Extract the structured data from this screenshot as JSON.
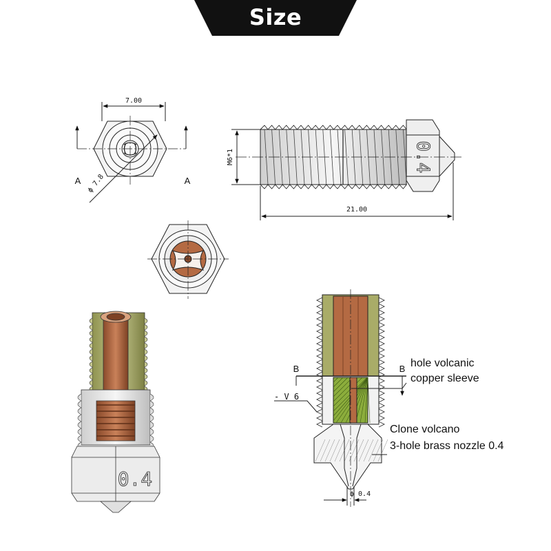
{
  "banner": {
    "title": "Size"
  },
  "dimensions": {
    "hex_width": "7.00",
    "bore_diameter": "ϕ 7.8",
    "section_a_left": "A",
    "section_a_right": "A",
    "thread": "M6*1",
    "length": "21.00",
    "orifice": "ϕ 0.4",
    "section_b_left": "B",
    "section_b_right": "B",
    "surface_mark": "- V 6"
  },
  "markings": {
    "nozzle_size": "0.4"
  },
  "callouts": {
    "sleeve_line1": "hole volcanic",
    "sleeve_line2": "copper sleeve",
    "nozzle_line1": "Clone volcano",
    "nozzle_line2": "3-hole brass nozzle 0.4"
  },
  "colors": {
    "banner": "#111111",
    "copper": "#b46a43",
    "brass": "#a9ac68",
    "sleeve_section": "#8cad3c"
  }
}
